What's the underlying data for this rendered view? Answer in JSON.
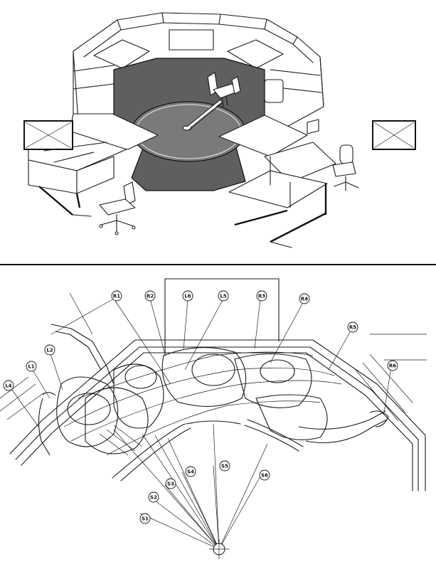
{
  "figure": {
    "top_view": "isometric-workstation",
    "bottom_view": "plan-reach-study",
    "accent_color": "#5f5f5f"
  },
  "callouts": {
    "R1": "R1",
    "R2": "R2",
    "L6": "L6",
    "L5": "L5",
    "R3": "R3",
    "R4": "R4",
    "R5": "R5",
    "R6": "R6",
    "L2": "L2",
    "L1": "L1",
    "L4": "L4",
    "S1": "S1",
    "S2": "S2",
    "S3": "S3",
    "S4": "S4",
    "S5": "S5",
    "S6": "S6"
  }
}
